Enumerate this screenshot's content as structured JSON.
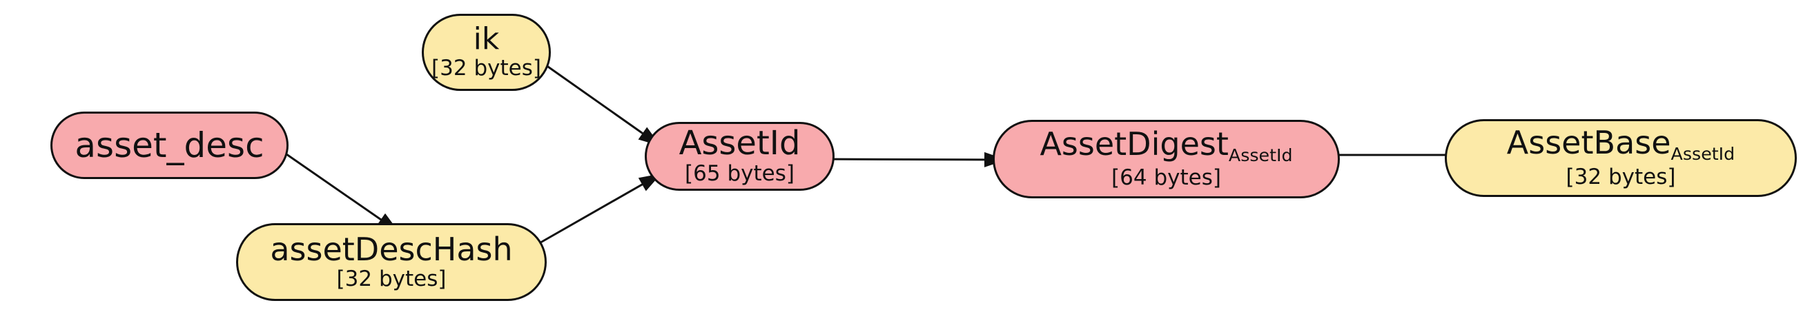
{
  "nodes": {
    "ik": {
      "name": "ik",
      "size": "[32 bytes]",
      "color": "#fceaa8"
    },
    "asset_desc": {
      "name": "asset_desc",
      "color": "#f8aaad"
    },
    "asset_desc_hash": {
      "name": "assetDescHash",
      "size": "[32 bytes]",
      "color": "#fceaa8"
    },
    "asset_id": {
      "name": "AssetId",
      "size": "[65 bytes]",
      "color": "#f8aaad"
    },
    "asset_digest": {
      "name": "AssetDigest",
      "subscript": "AssetId",
      "size": "[64 bytes]",
      "color": "#f8aaad"
    },
    "asset_base": {
      "name": "AssetBase",
      "subscript": "AssetId",
      "size": "[32 bytes]",
      "color": "#fceaa8"
    }
  },
  "edges": [
    {
      "from": "ik",
      "to": "AssetId"
    },
    {
      "from": "asset_desc",
      "to": "assetDescHash"
    },
    {
      "from": "assetDescHash",
      "to": "AssetId"
    },
    {
      "from": "AssetId",
      "to": "AssetDigest"
    },
    {
      "from": "AssetDigest",
      "to": "AssetBase"
    }
  ]
}
